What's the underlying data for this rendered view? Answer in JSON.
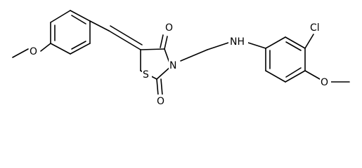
{
  "molecule": {
    "atom_labels": {
      "o_methoxy_left": "O",
      "o_carbonyl_top": "O",
      "o_carbonyl_bottom": "O",
      "s_ring": "S",
      "n_ring": "N",
      "nh_amine": "NH",
      "cl": "Cl",
      "o_methoxy_right": "O"
    }
  }
}
